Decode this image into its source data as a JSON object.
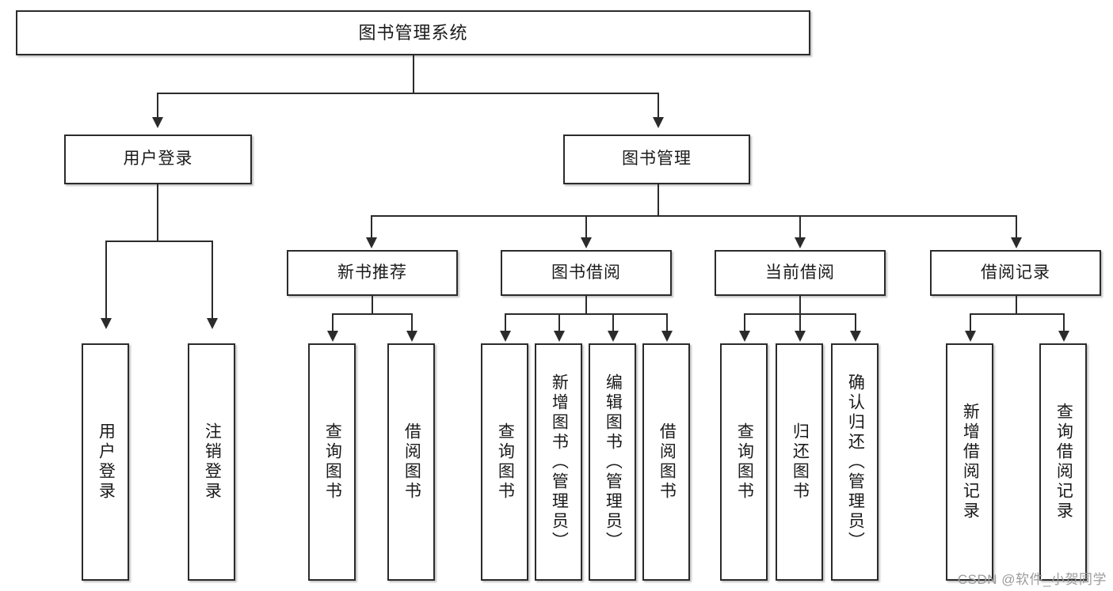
{
  "diagram": {
    "title": "图书管理系统",
    "type": "tree-hierarchy-diagram",
    "root": {
      "label": "图书管理系统"
    },
    "level2": [
      {
        "label": "用户登录"
      },
      {
        "label": "图书管理"
      }
    ],
    "level3": [
      {
        "label": "新书推荐"
      },
      {
        "label": "图书借阅"
      },
      {
        "label": "当前借阅"
      },
      {
        "label": "借阅记录"
      }
    ],
    "leaves": {
      "user_login": [
        {
          "label": "用户登录"
        },
        {
          "label": "注销登录"
        }
      ],
      "new_book_recommend": [
        {
          "label": "查询图书"
        },
        {
          "label": "借阅图书"
        }
      ],
      "book_borrow": [
        {
          "label": "查询图书"
        },
        {
          "label": "新增图书（管理员）"
        },
        {
          "label": "编辑图书（管理员）"
        },
        {
          "label": "借阅图书"
        }
      ],
      "current_borrow": [
        {
          "label": "查询图书"
        },
        {
          "label": "归还图书"
        },
        {
          "label": "确认归还（管理员）"
        }
      ],
      "borrow_record": [
        {
          "label": "新增借阅记录"
        },
        {
          "label": "查询借阅记录"
        }
      ]
    }
  },
  "watermark": {
    "text": "CSDN @软件_小贺同学"
  },
  "colors": {
    "box_border": "#2b2b2b",
    "box_fill": "#ffffff",
    "connector": "#2b2b2b",
    "text": "#1a1a1a",
    "watermark": "#9b9b9b",
    "background": "#ffffff"
  }
}
